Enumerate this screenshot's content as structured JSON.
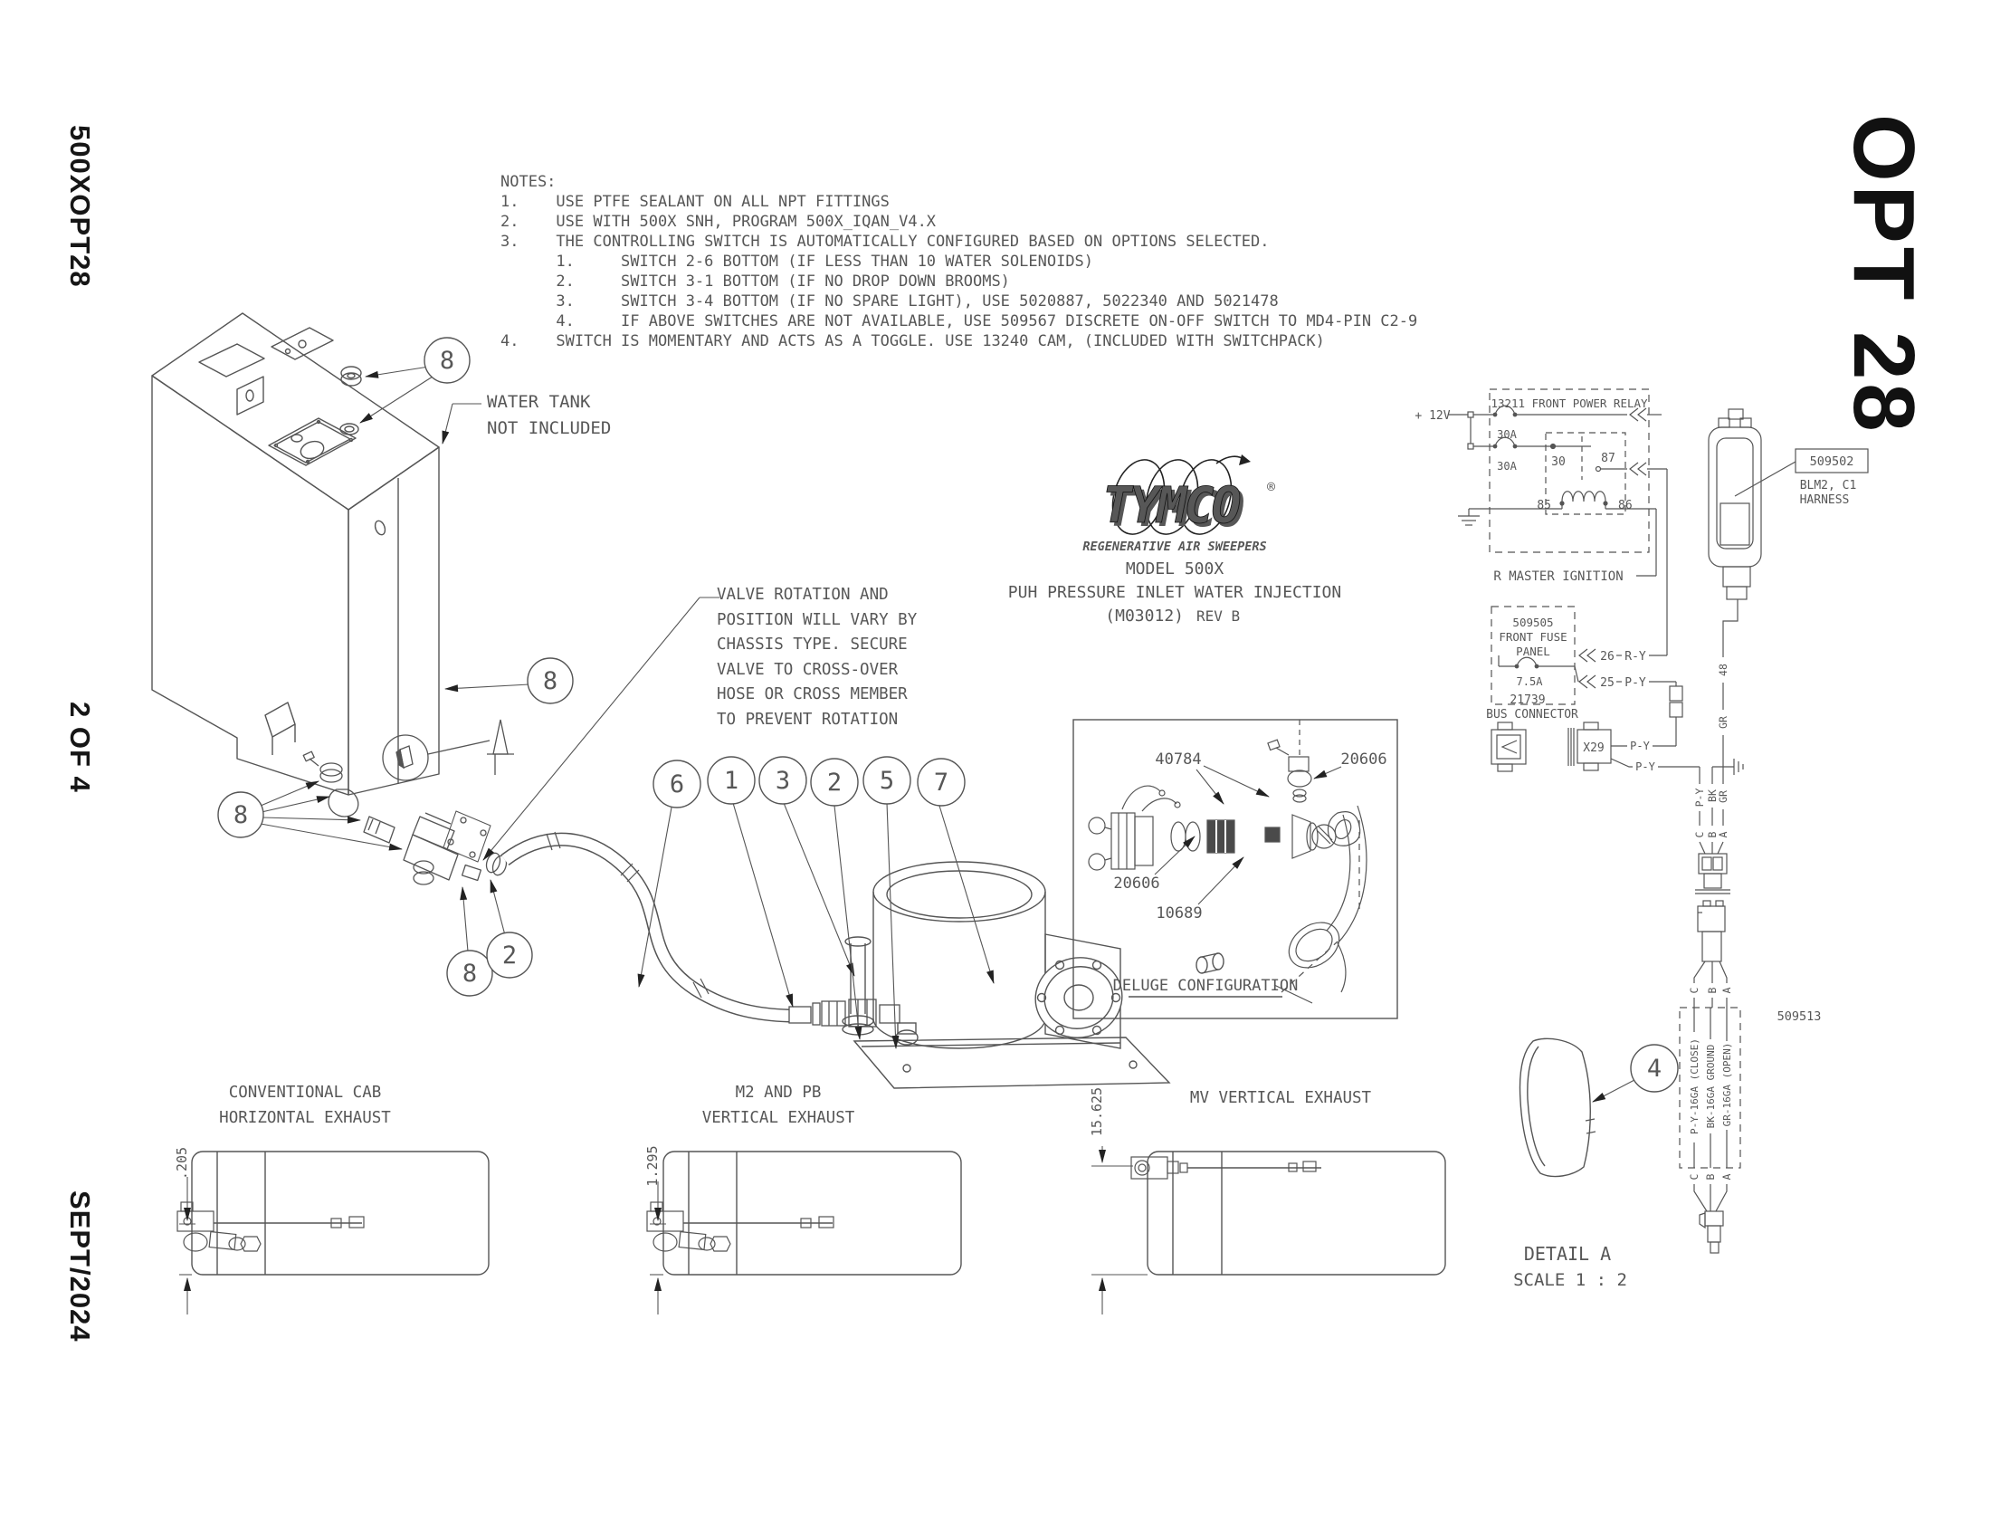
{
  "sheet": {
    "doc_number": "500XOPT28",
    "page": "2 OF 4",
    "date": "SEPT/2024",
    "opt": "OPT 28"
  },
  "notes_block": "NOTES:\n1.    USE PTFE SEALANT ON ALL NPT FITTINGS\n2.    USE WITH 500X SNH, PROGRAM 500X_IQAN_V4.X\n3.    THE CONTROLLING SWITCH IS AUTOMATICALLY CONFIGURED BASED ON OPTIONS SELECTED.\n      1.     SWITCH 2-6 BOTTOM (IF LESS THAN 10 WATER SOLENOIDS)\n      2.     SWITCH 3-1 BOTTOM (IF NO DROP DOWN BROOMS)\n      3.     SWITCH 3-4 BOTTOM (IF NO SPARE LIGHT), USE 5020887, 5022340 AND 5021478\n      4.     IF ABOVE SWITCHES ARE NOT AVAILABLE, USE 509567 DISCRETE ON-OFF SWITCH TO MD4-PIN C2-9\n4.    SWITCH IS MOMENTARY AND ACTS AS A TOGGLE. USE 13240 CAM, (INCLUDED WITH SWITCHPACK)",
  "tank_label": "WATER TANK\nNOT INCLUDED",
  "valve_note": "VALVE ROTATION AND\nPOSITION WILL VARY BY\nCHASSIS TYPE. SECURE\nVALVE TO CROSS-OVER\nHOSE OR CROSS MEMBER\nTO PREVENT ROTATION",
  "branding": {
    "logo": "TYMCO",
    "registered": "®",
    "tagline": "REGENERATIVE AIR SWEEPERS",
    "model": "MODEL 500X",
    "title": "PUH PRESSURE INLET WATER INJECTION",
    "code": "(M03012)",
    "rev": "REV B",
    "accent": "#53c6de"
  },
  "balloons": {
    "n1": "1",
    "n2": "2",
    "n3": "3",
    "n4": "4",
    "n5": "5",
    "n6": "6",
    "n7": "7",
    "n8": "8"
  },
  "deluge": {
    "title": "DELUGE CONFIGURATION",
    "p40784": "40784",
    "p20606": "20606",
    "p10689": "10689"
  },
  "schematic": {
    "plus12v": "+ 12V",
    "relay_title": "13211 FRONT POWER RELAY",
    "fuse30a": "30A",
    "fuse75a": "7.5A",
    "pin30": "30",
    "pin87": "87",
    "pin85": "85",
    "pin86": "86",
    "master_ignition": "R MASTER IGNITION",
    "fusepanel_1": "509505",
    "fusepanel_2": "FRONT FUSE",
    "fusepanel_3": "PANEL",
    "pin26": "26",
    "pin25": "25",
    "wire_ry": "R-Y",
    "wire_py": "P-Y",
    "wire_bk": "BK",
    "wire_gr": "GR",
    "wire_48": "48",
    "bus_1": "21739",
    "bus_2": "BUS CONNECTOR",
    "x29": "X29",
    "harness_box": "509502",
    "harness_l2": "BLM2, C1",
    "harness_l3": "HARNESS",
    "lc": "C",
    "lb": "B",
    "la": "A"
  },
  "harness509513": {
    "part": "509513",
    "wire_c": "P-Y-16GA (CLOSE)",
    "wire_b": "BK-16GA GROUND",
    "wire_a": "GR-16GA (OPEN)"
  },
  "detail_a": {
    "line1": "DETAIL A",
    "line2": "SCALE 1 : 2"
  },
  "views": {
    "v1_line1": "CONVENTIONAL CAB",
    "v1_line2": "HORIZONTAL EXHAUST",
    "v1_dim": ".205",
    "v2_line1": "M2 AND PB",
    "v2_line2": "VERTICAL EXHAUST",
    "v2_dim": "1.295",
    "v3_line1": "MV VERTICAL EXHAUST",
    "v3_dim": "15.625"
  }
}
